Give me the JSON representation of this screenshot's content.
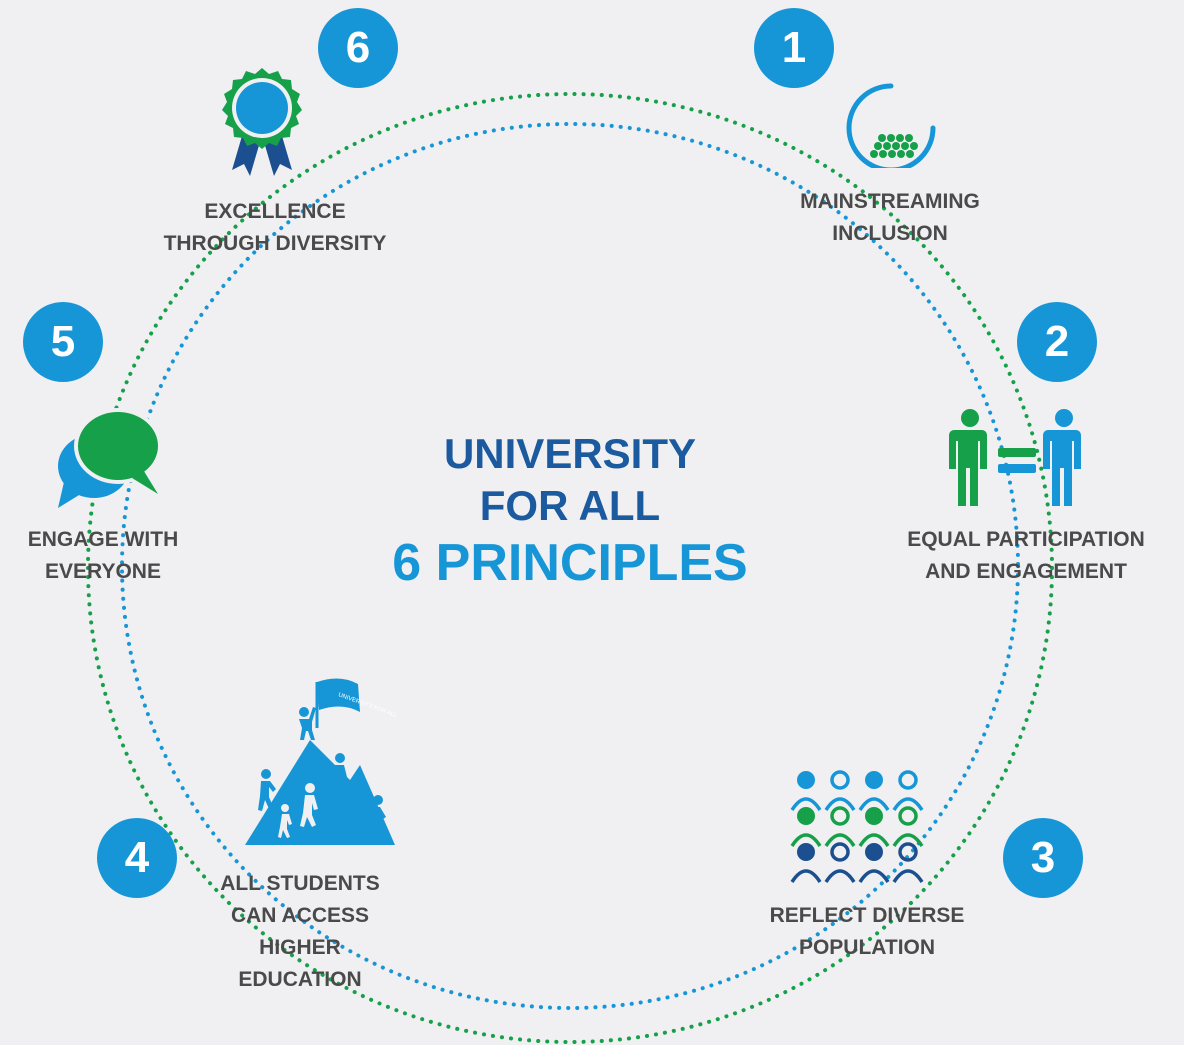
{
  "title": {
    "line1": "UNIVERSITY",
    "line2": "FOR ALL",
    "line3": "6 PRINCIPLES"
  },
  "principles": [
    {
      "number": "1",
      "lines": [
        "MAINSTREAMING",
        "INCLUSION"
      ],
      "icon": "bowl-icon"
    },
    {
      "number": "2",
      "lines": [
        "EQUAL PARTICIPATION",
        "AND ENGAGEMENT"
      ],
      "icon": "equal-people-icon"
    },
    {
      "number": "3",
      "lines": [
        "REFLECT DIVERSE",
        "POPULATION"
      ],
      "icon": "crowd-icon"
    },
    {
      "number": "4",
      "lines": [
        "ALL STUDENTS",
        "CAN ACCESS",
        "HIGHER",
        "EDUCATION"
      ],
      "icon": "mountain-climbers-icon",
      "flag_text": "UNIVERSITY FOR ALL"
    },
    {
      "number": "5",
      "lines": [
        "ENGAGE WITH",
        "EVERYONE"
      ],
      "icon": "chat-bubbles-icon"
    },
    {
      "number": "6",
      "lines": [
        "EXCELLENCE",
        "THROUGH DIVERSITY"
      ],
      "icon": "award-ribbon-icon"
    }
  ],
  "colors": {
    "blue": "#1796d7",
    "green": "#16a04a",
    "navy": "#1c5aa0",
    "text": "#4a4a4a",
    "background": "#f0f0f2"
  }
}
